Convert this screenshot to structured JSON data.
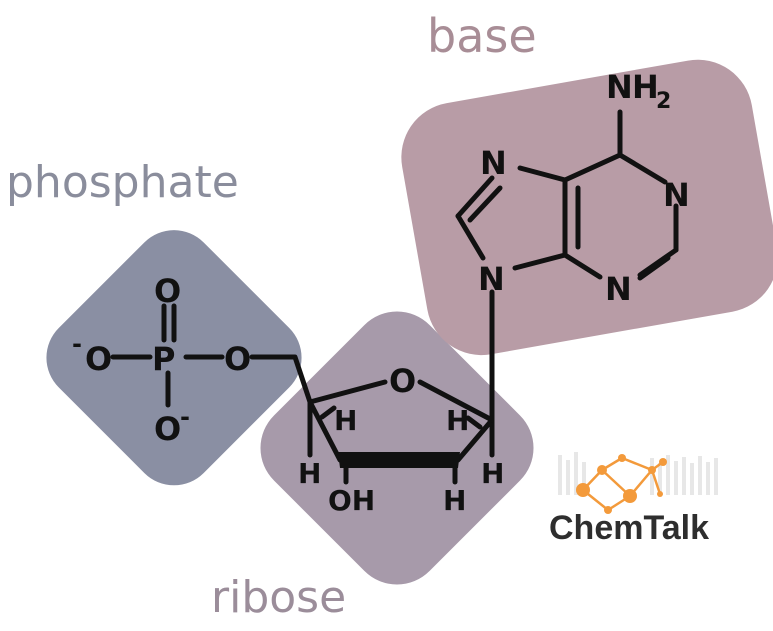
{
  "labels": {
    "base": "base",
    "phosphate": "phosphate",
    "ribose": "ribose"
  },
  "atoms": {
    "nh2_n": "N",
    "nh2_h": "H",
    "nh2_sub": "2",
    "n_left_top": "N",
    "n_right_top": "N",
    "n_bottom": "N",
    "n9": "N",
    "p": "P",
    "o_double": "O",
    "o_left": "O",
    "o_right": "O",
    "o_bottom": "O",
    "charge_left": "-",
    "charge_bottom": "-",
    "o_ring": "O",
    "h_c4_up": "H",
    "h_c1_up": "H",
    "h_c4_down": "H",
    "h_c1_down": "H",
    "h_c2_down": "H",
    "oh": "OH"
  },
  "logo": {
    "text": "ChemTalk"
  },
  "colors": {
    "phosphate": "#8a8fa3",
    "ribose": "#a79aaa",
    "base": "#b89ca6",
    "label_phosphate": "#8a8d9c",
    "label_ribose": "#9b8d9a",
    "label_base": "#a88d96",
    "logo_orange": "#f39a3b",
    "logo_text": "#2e2e2e"
  },
  "icons": {
    "logo": "molecule-network-icon"
  }
}
